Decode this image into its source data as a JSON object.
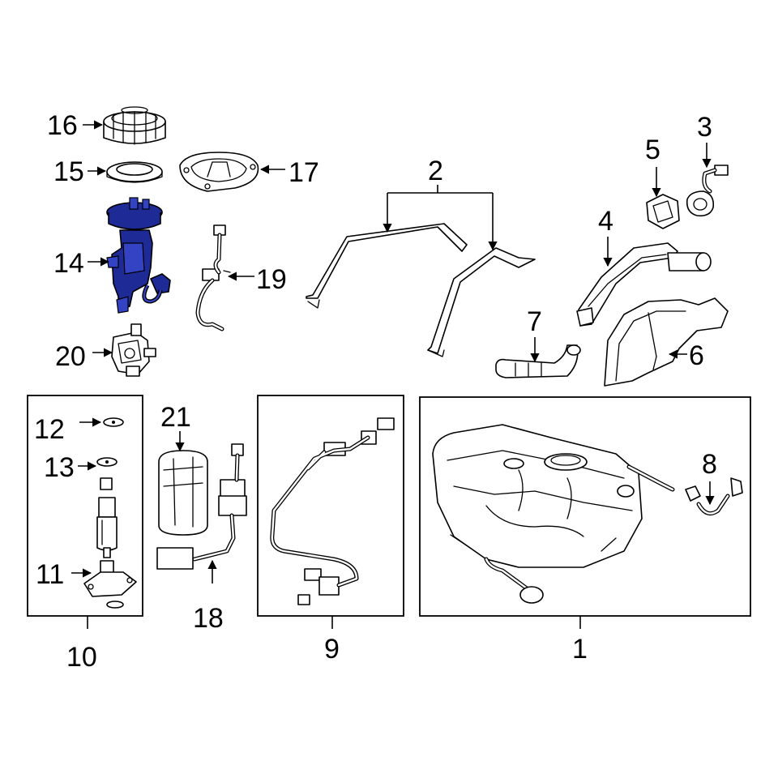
{
  "diagram": {
    "highlight_color": "#1e2a96",
    "line_color": "#000000",
    "background": "#ffffff",
    "callouts": {
      "c1": "1",
      "c2": "2",
      "c3": "3",
      "c4": "4",
      "c5": "5",
      "c6": "6",
      "c7": "7",
      "c8": "8",
      "c9": "9",
      "c10": "10",
      "c11": "11",
      "c12": "12",
      "c13": "13",
      "c14": "14",
      "c15": "15",
      "c16": "16",
      "c17": "17",
      "c18": "18",
      "c19": "19",
      "c20": "20",
      "c21": "21"
    },
    "highlighted_part": "14"
  }
}
